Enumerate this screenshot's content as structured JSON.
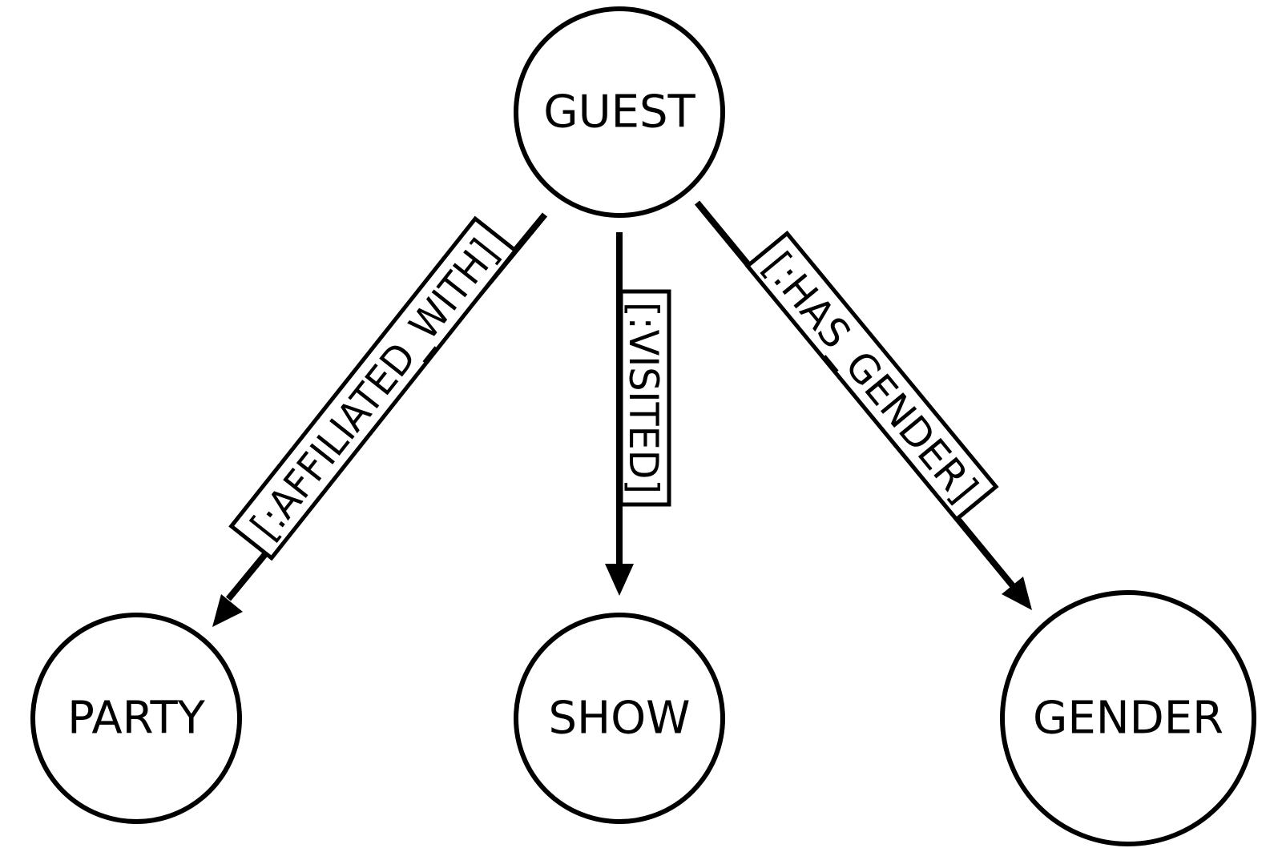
{
  "nodes": {
    "guest": {
      "label": "GUEST"
    },
    "party": {
      "label": "PARTY"
    },
    "show": {
      "label": "SHOW"
    },
    "gender": {
      "label": "GENDER"
    }
  },
  "edges": {
    "affiliated_with": {
      "label": "[:AFFILIATED_WITH]",
      "from": "guest",
      "to": "party"
    },
    "visited": {
      "label": "[:VISITED]",
      "from": "guest",
      "to": "show"
    },
    "has_gender": {
      "label": "[:HAS_GENDER]",
      "from": "guest",
      "to": "gender"
    }
  },
  "colors": {
    "stroke": "#000000",
    "background": "#ffffff"
  }
}
